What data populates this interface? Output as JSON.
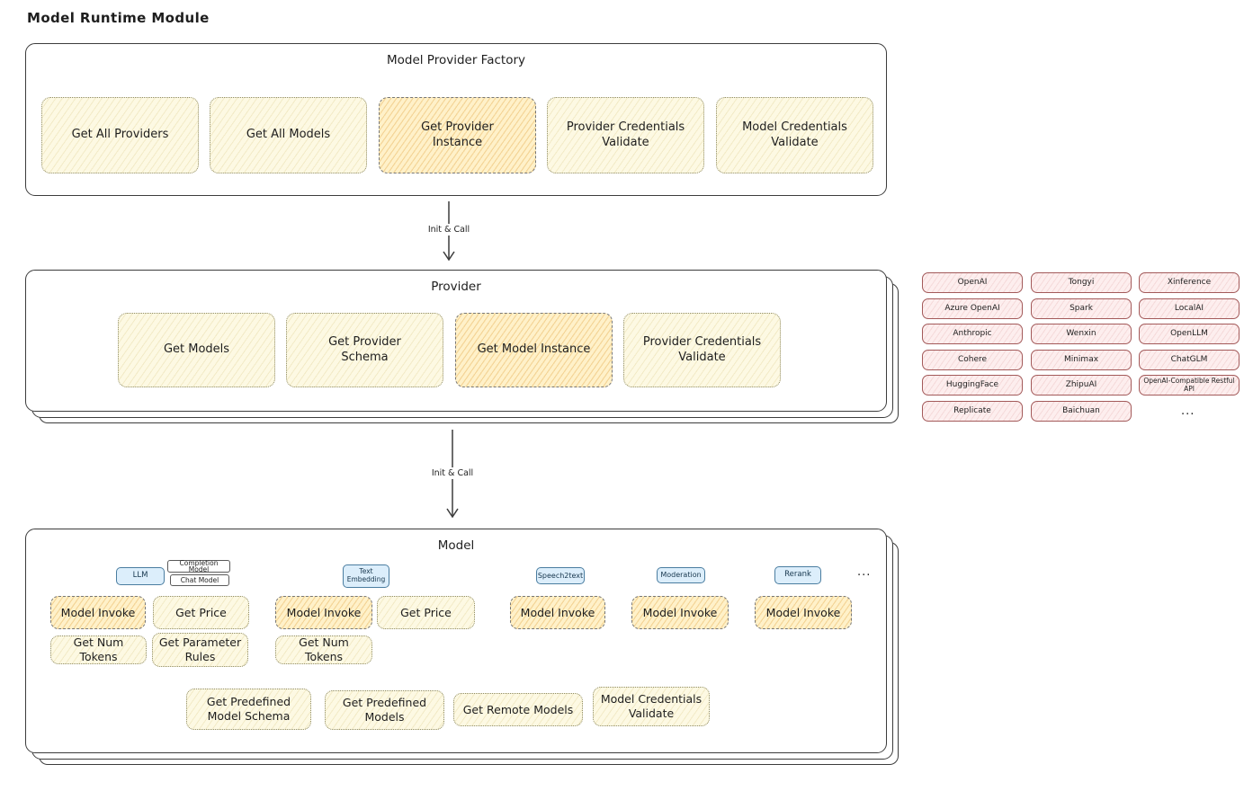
{
  "page": {
    "title": "Model Runtime Module"
  },
  "factory": {
    "title": "Model Provider Factory",
    "boxes": [
      {
        "label": "Get All Providers"
      },
      {
        "label": "Get All Models"
      },
      {
        "label": "Get Provider Instance"
      },
      {
        "label": "Provider Credentials Validate"
      },
      {
        "label": "Model Credentials Validate"
      }
    ]
  },
  "arrows": {
    "init_call_1": "Init & Call",
    "init_call_2": "Init & Call"
  },
  "provider": {
    "title": "Provider",
    "boxes": [
      {
        "label": "Get Models"
      },
      {
        "label": "Get Provider Schema"
      },
      {
        "label": "Get Model Instance"
      },
      {
        "label": "Provider Credentials Validate"
      }
    ]
  },
  "provider_list": {
    "col1": [
      "OpenAI",
      "Azure OpenAI",
      "Anthropic",
      "Cohere",
      "HuggingFace",
      "Replicate"
    ],
    "col2": [
      "Tongyi",
      "Spark",
      "Wenxin",
      "Minimax",
      "ZhipuAI",
      "Baichuan"
    ],
    "col3": [
      "Xinference",
      "LocalAI",
      "OpenLLM",
      "ChatGLM",
      "OpenAI-Compatible Restful API"
    ],
    "more": "..."
  },
  "model": {
    "title": "Model",
    "tabs": {
      "llm": "LLM",
      "completion_model": "Completion Model",
      "chat_model": "Chat Model",
      "text_embedding": "Text Embedding",
      "speech2text": "Speech2text",
      "moderation": "Moderation",
      "rerank": "Rerank",
      "more": "..."
    },
    "row1": [
      {
        "label": "Model Invoke"
      },
      {
        "label": "Get Price"
      },
      {
        "label": "Model Invoke"
      },
      {
        "label": "Get Price"
      },
      {
        "label": "Model Invoke"
      },
      {
        "label": "Model Invoke"
      },
      {
        "label": "Model Invoke"
      }
    ],
    "row2": [
      {
        "label": "Get Num Tokens"
      },
      {
        "label": "Get Parameter Rules"
      },
      {
        "label": "Get Num Tokens"
      }
    ],
    "row3": [
      {
        "label": "Get Predefined Model Schema"
      },
      {
        "label": "Get Predefined Models"
      },
      {
        "label": "Get Remote Models"
      },
      {
        "label": "Model Credentials Validate"
      }
    ]
  },
  "colors": {
    "yellow_box": "#fdf9e3",
    "highlight_box": "#fff1c9",
    "provider_box": "#fdeeee",
    "tab_blue": "#dceefb",
    "outline": "#3c3c3c"
  }
}
